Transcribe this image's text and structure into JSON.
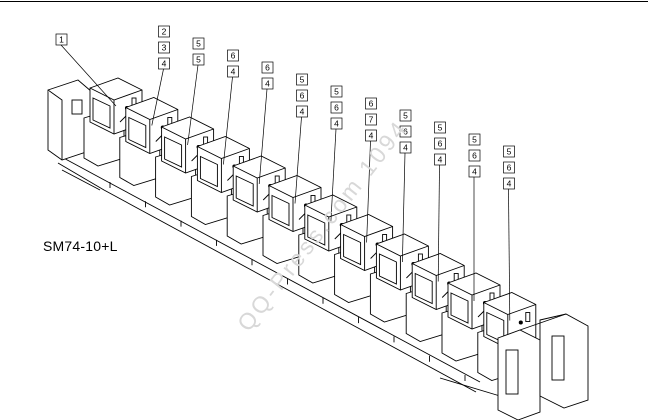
{
  "figure": {
    "model_label": "SM74-10+L",
    "watermark": "QQ-Press.com 1094"
  },
  "units": [
    {
      "labels": [
        "1"
      ]
    },
    {
      "labels": [
        "2",
        "3",
        "4"
      ]
    },
    {
      "labels": [
        "5",
        "5"
      ]
    },
    {
      "labels": [
        "6",
        "4"
      ]
    },
    {
      "labels": [
        "6",
        "4"
      ]
    },
    {
      "labels": [
        "5",
        "6",
        "4"
      ]
    },
    {
      "labels": [
        "5",
        "6",
        "4"
      ]
    },
    {
      "labels": [
        "6",
        "7",
        "4"
      ]
    },
    {
      "labels": [
        "5",
        "6",
        "4"
      ]
    },
    {
      "labels": [
        "5",
        "6",
        "4"
      ]
    },
    {
      "labels": [
        "5",
        "6",
        "4"
      ]
    },
    {
      "labels": [
        "5",
        "6",
        "4"
      ]
    }
  ]
}
